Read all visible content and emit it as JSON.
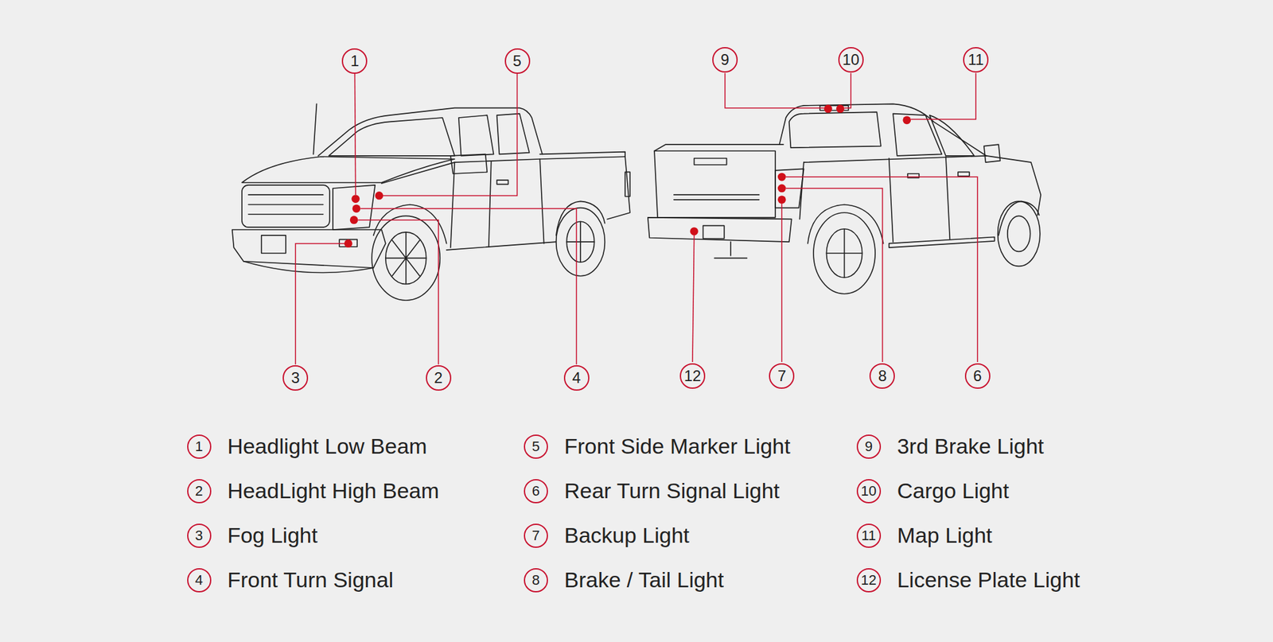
{
  "diagram": {
    "labels": [
      "1",
      "5",
      "9",
      "10",
      "11",
      "3",
      "2",
      "4",
      "12",
      "7",
      "8",
      "6",
      "1",
      "2",
      "3",
      "4",
      "5",
      "6",
      "7",
      "8",
      "9",
      "10",
      "11",
      "12"
    ],
    "legend": [
      {
        "text": "Headlight Low Beam"
      },
      {
        "text": "HeadLight High Beam"
      },
      {
        "text": "Fog Light"
      },
      {
        "text": "Front Turn Signal"
      },
      {
        "text": "Front Side Marker Light"
      },
      {
        "text": "Rear Turn Signal Light"
      },
      {
        "text": "Backup Light"
      },
      {
        "text": "Brake / Tail Light"
      },
      {
        "text": "3rd Brake Light"
      },
      {
        "text": "Cargo Light"
      },
      {
        "text": "Map Light"
      },
      {
        "text": "License Plate Light"
      }
    ]
  }
}
